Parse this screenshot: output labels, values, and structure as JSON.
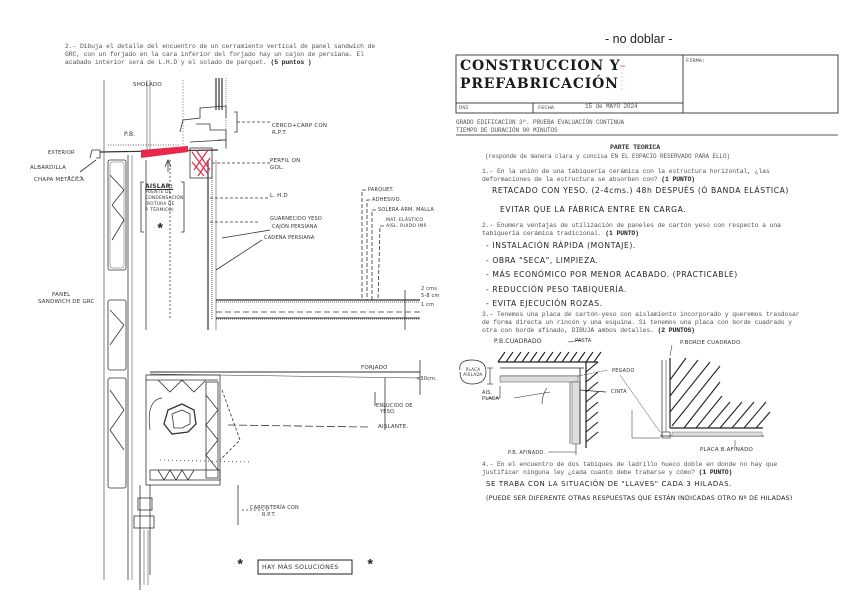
{
  "page": {
    "header_note": "- no doblar -"
  },
  "left_section": {
    "question": {
      "number": "2.-",
      "text_line1": "2.- Dibuja el detalle del encuentro de un cerramiento vertical de panel sandwich de",
      "text_line2": "GRC, con un forjado en la cara inferior del forjado hay un cajon de persiana. El",
      "text_line3": "acabado interior será de L.H.D y el solado de parquet.",
      "points": "(5 puntos )"
    },
    "drawing_labels": {
      "sholado": "SHOLADO",
      "exterior": "EXTERIOR",
      "alfeizar": "ALBARDILLA",
      "chapa": "CHAPA METÁLICA",
      "pb": "P.B.",
      "precerco": "CERCO+CARP CON",
      "precerco2": "R.P.T.",
      "poliestireno": "PERFIL ON",
      "poliestireno2": "GOL.",
      "lhd": "L. H.D",
      "guarnecido": "GUARNECIDO YESO",
      "cajon": "CAJÓN PERSIANA",
      "cadena": "CADENA PERSIANA",
      "parquet": "PARQUET.",
      "adhesivo": "ADHESIVO.",
      "solera": "SOLERA ARM. MALLA",
      "mat": "MAT. ELÁSTICO",
      "mat2": "AISL. RUIDO IMP.",
      "aislar_title": "AISLAR:",
      "aislar_body1": "PUENTE DE",
      "aislar_body2": "CONDENSACIÓN",
      "aislar_body3": "(ROTURA DE",
      "aislar_body4": "P. TÉRMICO)",
      "panel": "PANEL",
      "panel2": "SANDWICH DE GRC",
      "dim1": "2 cms",
      "dim2": "5-8 cm",
      "dim3": "1 cm",
      "forjado": "FORJADO",
      "dim4": "<30cm.",
      "enlucido": "ENLUCIDO DE",
      "enlucido2": "YESO.",
      "aislante": "AISLANTE.",
      "carpinteria": "CARPINTERÍA CON",
      "carpinteria2": "R.P.T."
    },
    "footer_note": "HAY MÁS SOLUCIONES",
    "asterisk": "*"
  },
  "exam_header": {
    "title_line1": "CONSTRUCCION Y",
    "title_line2": "PREFABRICACIÓN",
    "firma_label": "FIRMA:",
    "dni_label": "DNI",
    "fecha_label": "FECHA",
    "fecha_value": "15 de MAYO 2024",
    "course_line": "GRADO EDIFICACION 3º. PRUEBA EVALUACIÓN CONTINUA",
    "duration_line": "TIEMPO DE DURACIÓN 90 MINUTOS"
  },
  "theory": {
    "title": "PARTE TEORICA",
    "instructions": "(responde de manera clara y concisa EN EL ESPACIO RESERVADO PARA ELLO)",
    "questions": [
      {
        "text_line1": "1.- En la unión de una tabiquería cerámica con la estructura horizontal, ¿las",
        "text_line2": "deformaciones de la estructura se absorben con?",
        "points": "(1 PUNTO)",
        "answers": [
          "RETACADO CON YESO. (2-4cms.) 48h DESPUÉS (Ó BANDA ELÁSTICA)",
          "EVITAR QUE LA FÁBRICA ENTRE EN CARGA."
        ]
      },
      {
        "text_line1": "2.- Enumera ventajas de utilización de paneles de cartón yeso con respecto a una",
        "text_line2": "tabiquería cerámica tradicional.",
        "points": "(1 PUNTO)",
        "answers": [
          "- INSTALACIÓN RÁPIDA (MONTAJE).",
          "- OBRA \"SECA\", LIMPIEZA.",
          "- MÁS ECONÓMICO POR MENOR ACABADO. (PRACTICABLE)",
          "- REDUCCIÓN PESO TABIQUERÍA.",
          "- EVITA EJECUCIÓN ROZAS."
        ]
      },
      {
        "text_line1": "3.- Tenemos una placa de cartón-yeso con aislamiento incorporado y queremos trasdosar",
        "text_line2": "de forma directa un rincón y una esquina. Si tenemos una placa con borde cuadrado y",
        "text_line3": "otra con borde afinado, DIBUJA ambos detalles.",
        "points": "(2 PUNTOS)",
        "drawing_labels": {
          "pb_cuadrado": "P.B.CUADRADO",
          "pasta": "PASTA",
          "placa": "PLACA AISLADA",
          "ais": "AIS.",
          "placa2": "PLACA",
          "pegado": "PEGADO",
          "cinta": "CINTA",
          "pb_afinado": "P.B. AFINADO.",
          "pbordes": "P.BORDE CUADRADO",
          "placa_afinado": "PLACA B.AFINADO"
        }
      },
      {
        "text_line1": "4.- En el encuentro de dos tabiques de ladrillo hueco doble en donde no hay que",
        "text_line2": "justificar ninguna ley ¿cada cuanto debe trabarse y cómo?",
        "points": "(1 PUNTO)",
        "answers": [
          "SE TRABA CON LA SITUACIÓN DE \"LLAVES\" CADA 3 HILADAS.",
          "(PUEDE SER DIFERENTE OTRAS RESPUESTAS QUE ESTÁN INDICADAS OTRO Nº DE HILADAS)"
        ]
      }
    ]
  },
  "colors": {
    "ink": "#222222",
    "typed_grey": "#666666",
    "red_marker": "#e8294a",
    "paper": "#ffffff"
  }
}
